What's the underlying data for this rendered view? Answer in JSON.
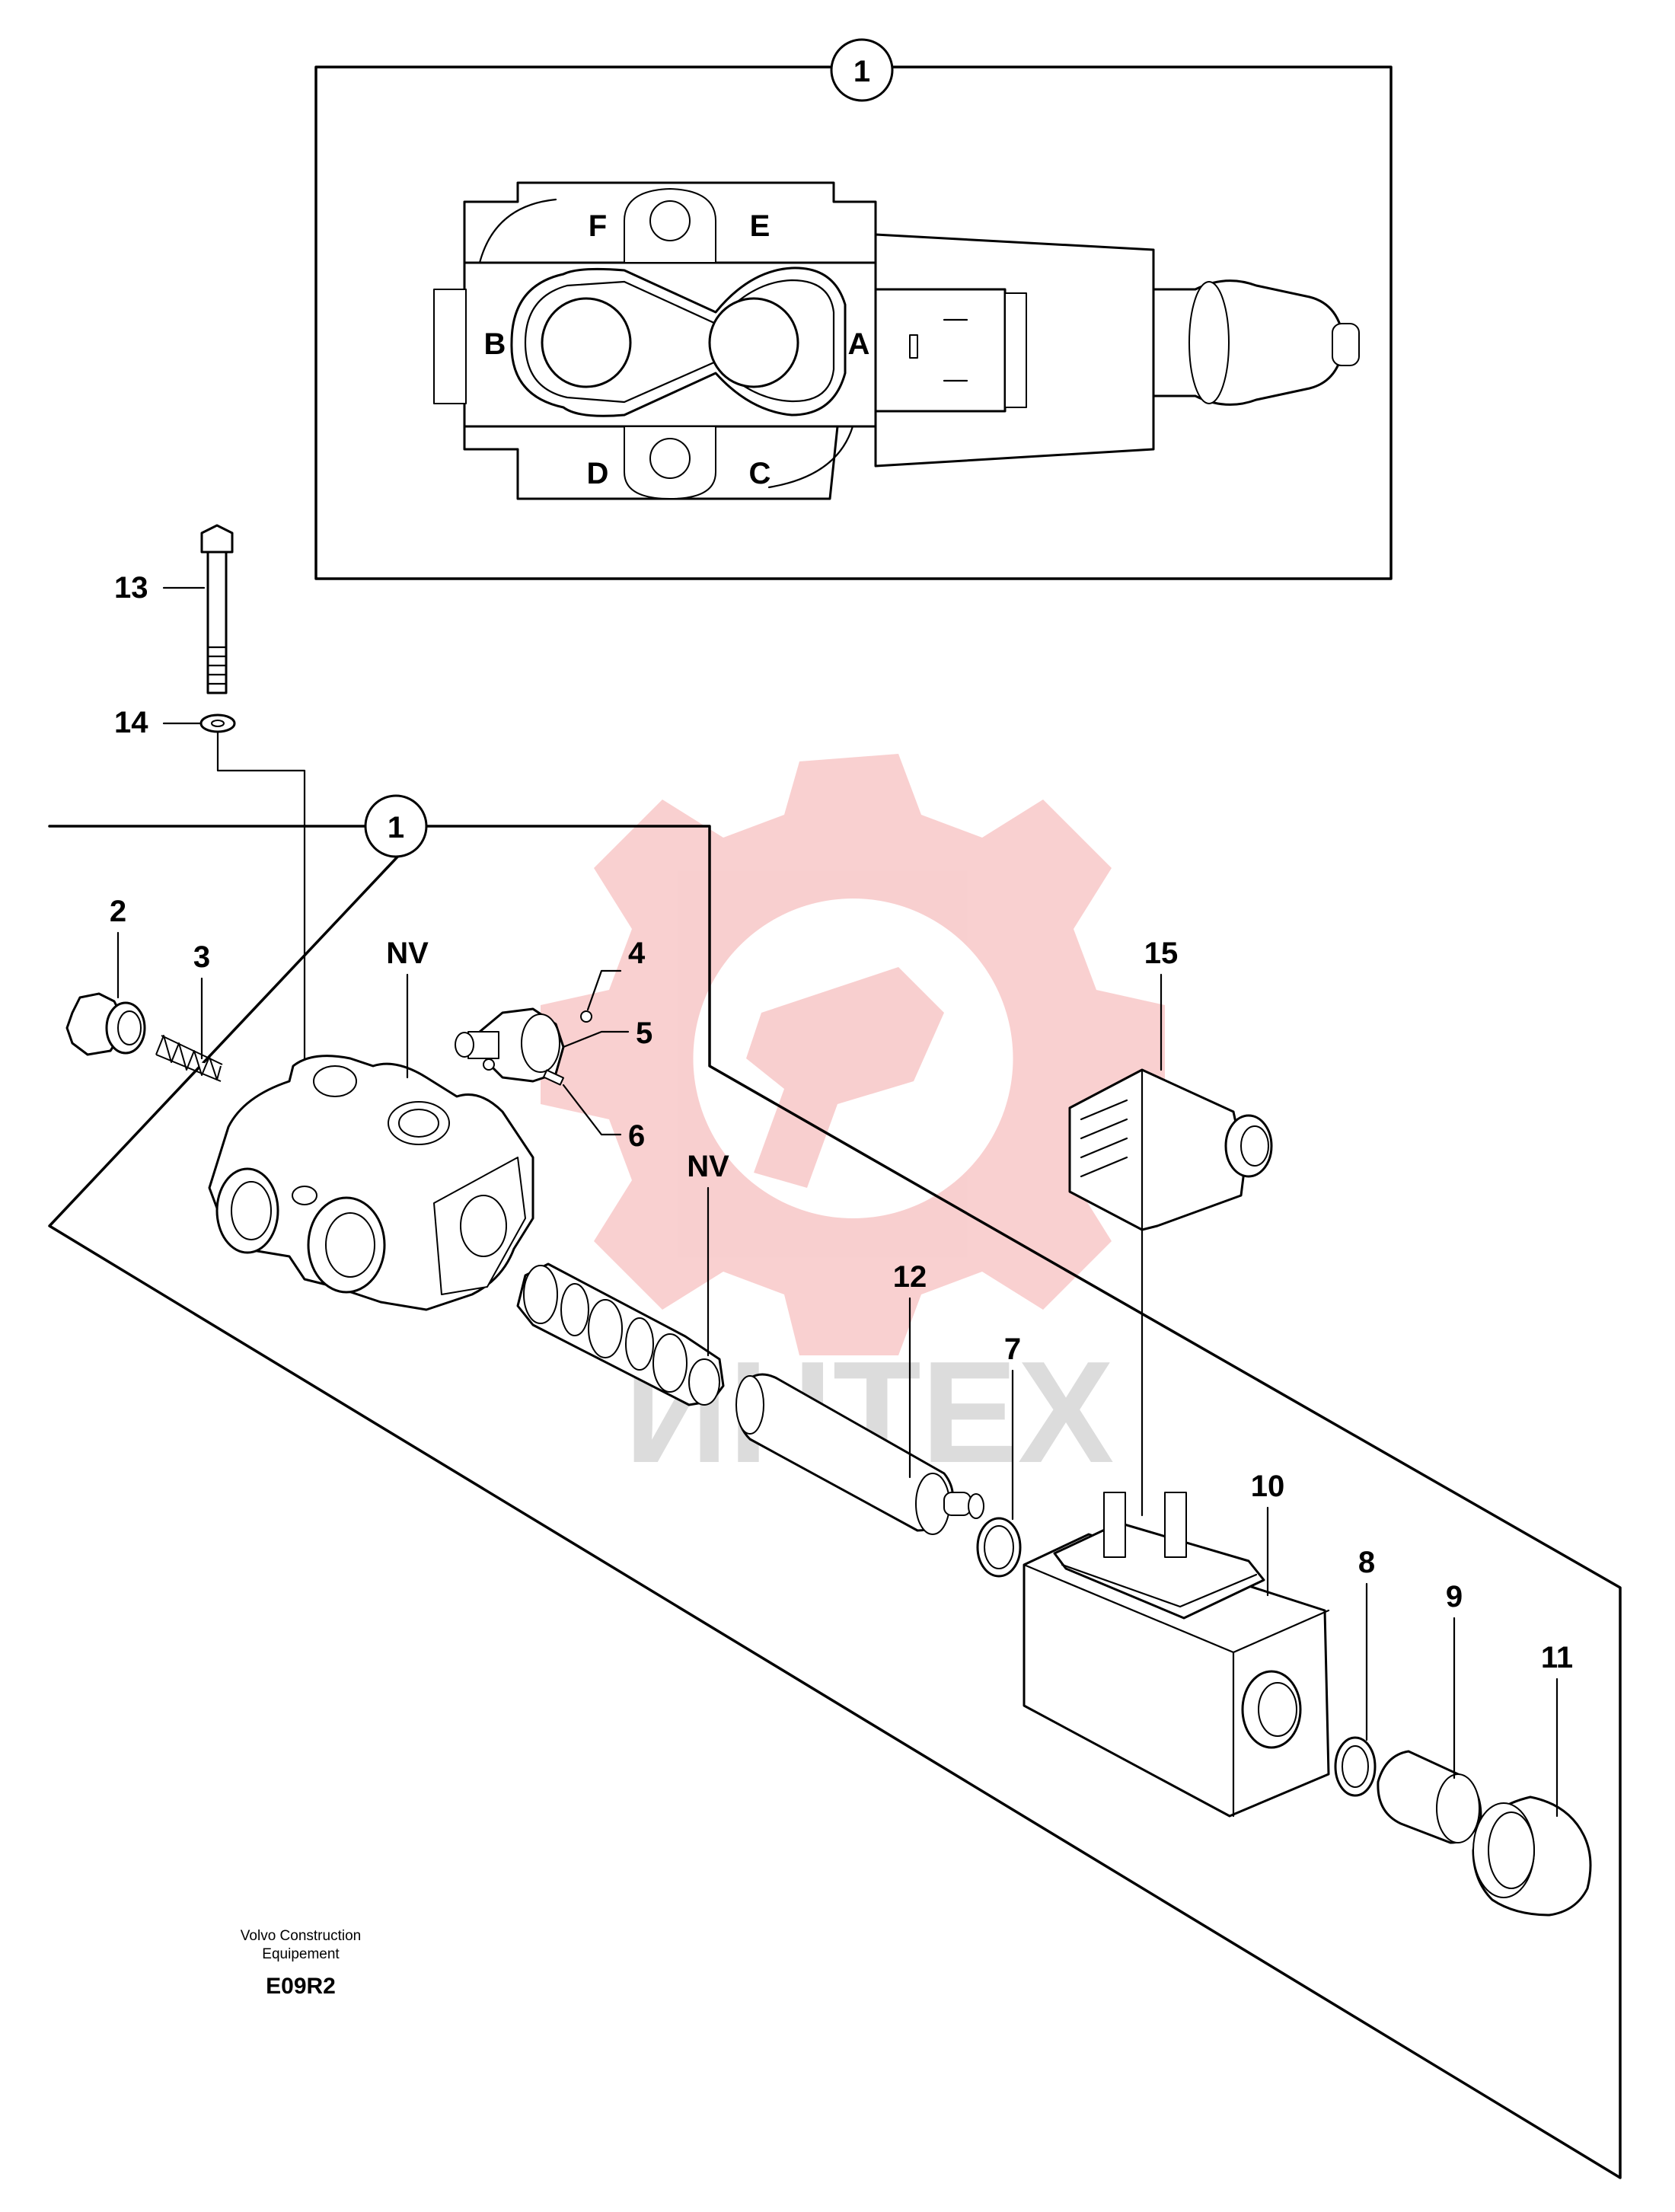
{
  "callouts": {
    "assembly_top": "1",
    "assembly_main": "1",
    "bolt": "13",
    "washer": "14",
    "plug": "2",
    "spring": "3",
    "valve_housing": "NV",
    "ball": "4",
    "check_valve": "5",
    "pin": "6",
    "spool": "NV",
    "armature_tube": "12",
    "o_ring_7": "7",
    "connector": "15",
    "coil": "10",
    "o_ring_8": "8",
    "sleeve": "9",
    "nut_cap": "11"
  },
  "ports": {
    "f": "F",
    "e": "E",
    "b": "B",
    "a": "A",
    "d": "D",
    "c": "C"
  },
  "caption": {
    "company_line1": "Volvo Construction",
    "company_line2": "Equipement",
    "code": "E09R2"
  },
  "watermark": {
    "text": "ИНТЕХ",
    "color": "#f4a9a9"
  }
}
